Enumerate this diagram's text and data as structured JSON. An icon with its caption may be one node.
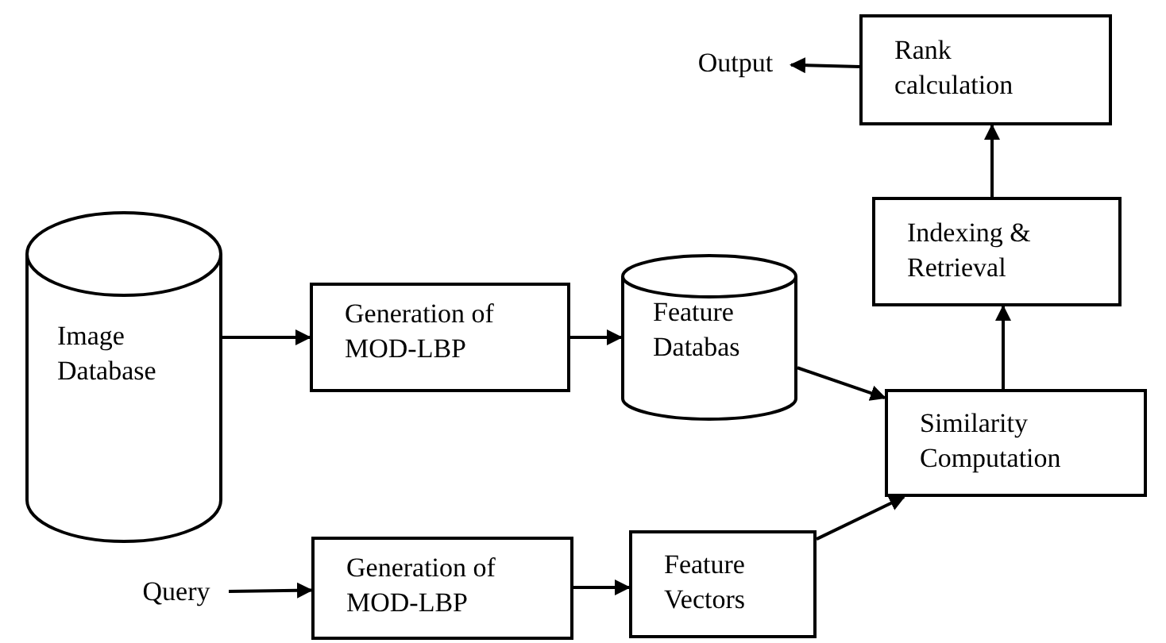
{
  "diagram": {
    "nodes": [
      {
        "text": [
          "Output"
        ]
      },
      {
        "text": [
          "Rank calculation"
        ]
      },
      {
        "text": [
          "Indexing & Retrieval"
        ]
      },
      {
        "text": [
          "Image Database"
        ]
      },
      {
        "text": [
          "Generation of MOD-LBP"
        ]
      },
      {
        "text": [
          "Feature Databas"
        ]
      },
      {
        "text": [
          "Similarity Computation"
        ]
      },
      {
        "text": [
          "Query"
        ]
      },
      {
        "text": [
          "Generation of MOD-LBP"
        ]
      },
      {
        "text": [
          "Feature Vectors"
        ]
      }
    ],
    "edges": [
      {
        "from": 1,
        "to": 0,
        "arrow": "to"
      },
      {
        "from": 2,
        "to": 1,
        "arrow": "to"
      },
      {
        "from": 3,
        "to": 4,
        "arrow": "to"
      },
      {
        "from": 4,
        "to": 5,
        "arrow": "to"
      },
      {
        "from": 5,
        "to": 6,
        "arrow": "to"
      },
      {
        "from": 6,
        "to": 2,
        "arrow": "to"
      },
      {
        "from": 7,
        "to": 8,
        "arrow": "to"
      },
      {
        "from": 8,
        "to": 9,
        "arrow": "to"
      },
      {
        "from": 9,
        "to": 6,
        "arrow": "to"
      }
    ]
  }
}
